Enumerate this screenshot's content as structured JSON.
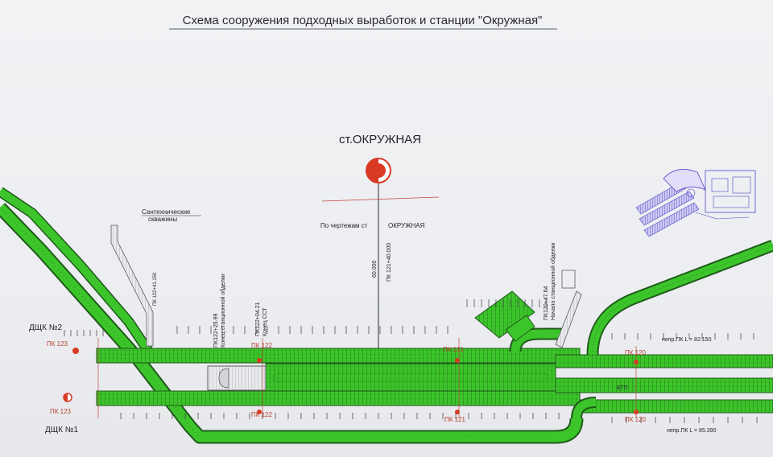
{
  "title": "Схема сооружения подходных выработок и станции \"Окружная\"",
  "station": {
    "name": "ст.ОКРУЖНАЯ",
    "ref_left": "По чертежам ст",
    "ref_right": "ОКРУЖНАЯ",
    "vert_a": "60.000",
    "vert_b": "ПК 121+40.000"
  },
  "annotations": {
    "wells_line1": "Сантехнические",
    "wells_line2": "скважины",
    "dshk2": "ДЩК №2",
    "dshk1": "ДЩК №1",
    "btp": "БТП",
    "nepr_top": "непр.ПК L = 82.150",
    "nepr_bottom": "непр.ПК L = 85.390",
    "pk122_25_line1": "ПК122+25.99",
    "pk122_25_line2": "Конец станционной обделки",
    "pk122_04_line1": "ПК122+04.21",
    "pk122_04_line2": "Конец ССТ",
    "pk120_47_line1": "ПК120+47.64",
    "pk120_47_line2": "Начало станционной обделки",
    "shaft_label": "ПК 122+41.150"
  },
  "pickets": {
    "pk123_top": "ПК 123",
    "pk123_bottom": "ПК 123",
    "pk122_top": "ПК 122",
    "pk122_bottom": "ПК 122",
    "pk121_top": "ПК 121",
    "pk121_bottom": "ПК 121",
    "pk120_top": "ПК 120",
    "pk120_bottom": "ПК 120"
  },
  "colors": {
    "tunnel": "#3cc52a",
    "tunnel_edge": "#1f5a1a",
    "marker_red": "#d93a24",
    "ink": "#2a2a36",
    "inset": "#6b5fcf"
  }
}
